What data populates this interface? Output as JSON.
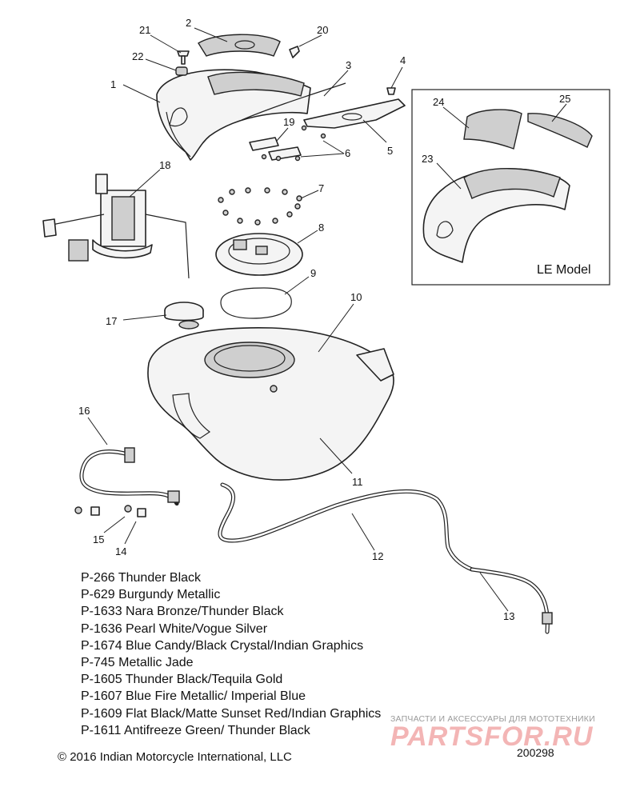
{
  "callouts": [
    "1",
    "2",
    "3",
    "4",
    "5",
    "6",
    "7",
    "8",
    "9",
    "10",
    "11",
    "12",
    "13",
    "14",
    "15",
    "16",
    "17",
    "18",
    "19",
    "20",
    "21",
    "22",
    "23",
    "24",
    "25"
  ],
  "le_model_label": "LE Model",
  "paint_codes": [
    "P-266 Thunder Black",
    "P-629  Burgundy Metallic",
    "P-1633 Nara Bronze/Thunder Black",
    "P-1636 Pearl White/Vogue Silver",
    "P-1674 Blue Candy/Black Crystal/Indian Graphics",
    "P-745  Metallic Jade",
    "P-1605 Thunder Black/Tequila Gold",
    "P-1607 Blue Fire Metallic/ Imperial Blue",
    "P-1609 Flat Black/Matte Sunset Red/Indian Graphics",
    "P-1611 Antifreeze Green/ Thunder Black"
  ],
  "copyright": "© 2016 Indian Motorcycle International, LLC",
  "drawing_number": "200298",
  "watermark": {
    "tagline": "ЗАПЧАСТИ И АКСЕССУАРЫ ДЛЯ МОТОТЕХНИКИ",
    "logo": "PARTSFOR.RU"
  }
}
